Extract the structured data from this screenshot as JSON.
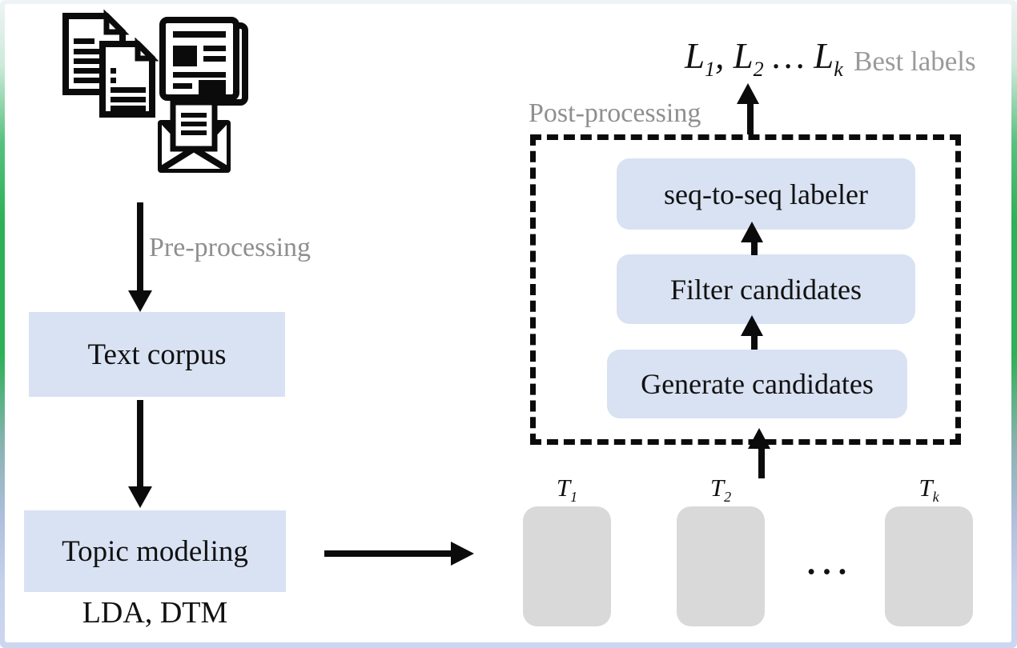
{
  "diagram": {
    "preprocessing_label": "Pre-processing",
    "postprocessing_label": "Post-processing",
    "text_corpus_label": "Text corpus",
    "topic_modeling_label": "Topic modeling",
    "topic_models_note": "LDA, DTM",
    "post_steps": {
      "labeler": "seq-to-seq labeler",
      "filter": "Filter candidates",
      "generate": "Generate candidates"
    },
    "output_label_parts": [
      "L",
      "1",
      ", L",
      "2",
      " … L",
      "k"
    ],
    "output_caption": "Best labels",
    "topics": {
      "items": [
        {
          "base": "T",
          "sub": "1"
        },
        {
          "base": "T",
          "sub": "2"
        },
        {
          "base": "T",
          "sub": "k"
        }
      ],
      "ellipsis": "…"
    }
  },
  "icons": {
    "documents": "documents-stack-icon",
    "newspaper": "newspaper-icon",
    "envelope": "envelope-letter-icon"
  },
  "colors": {
    "box_blue": "#d9e2f3",
    "box_gray": "#d9d9d9",
    "label_gray": "#8f8f8f",
    "ink_black": "#0b0b0b",
    "frame_green": "#2db157",
    "frame_top": "#eff4f6",
    "frame_bottom": "#ccd6f0"
  }
}
